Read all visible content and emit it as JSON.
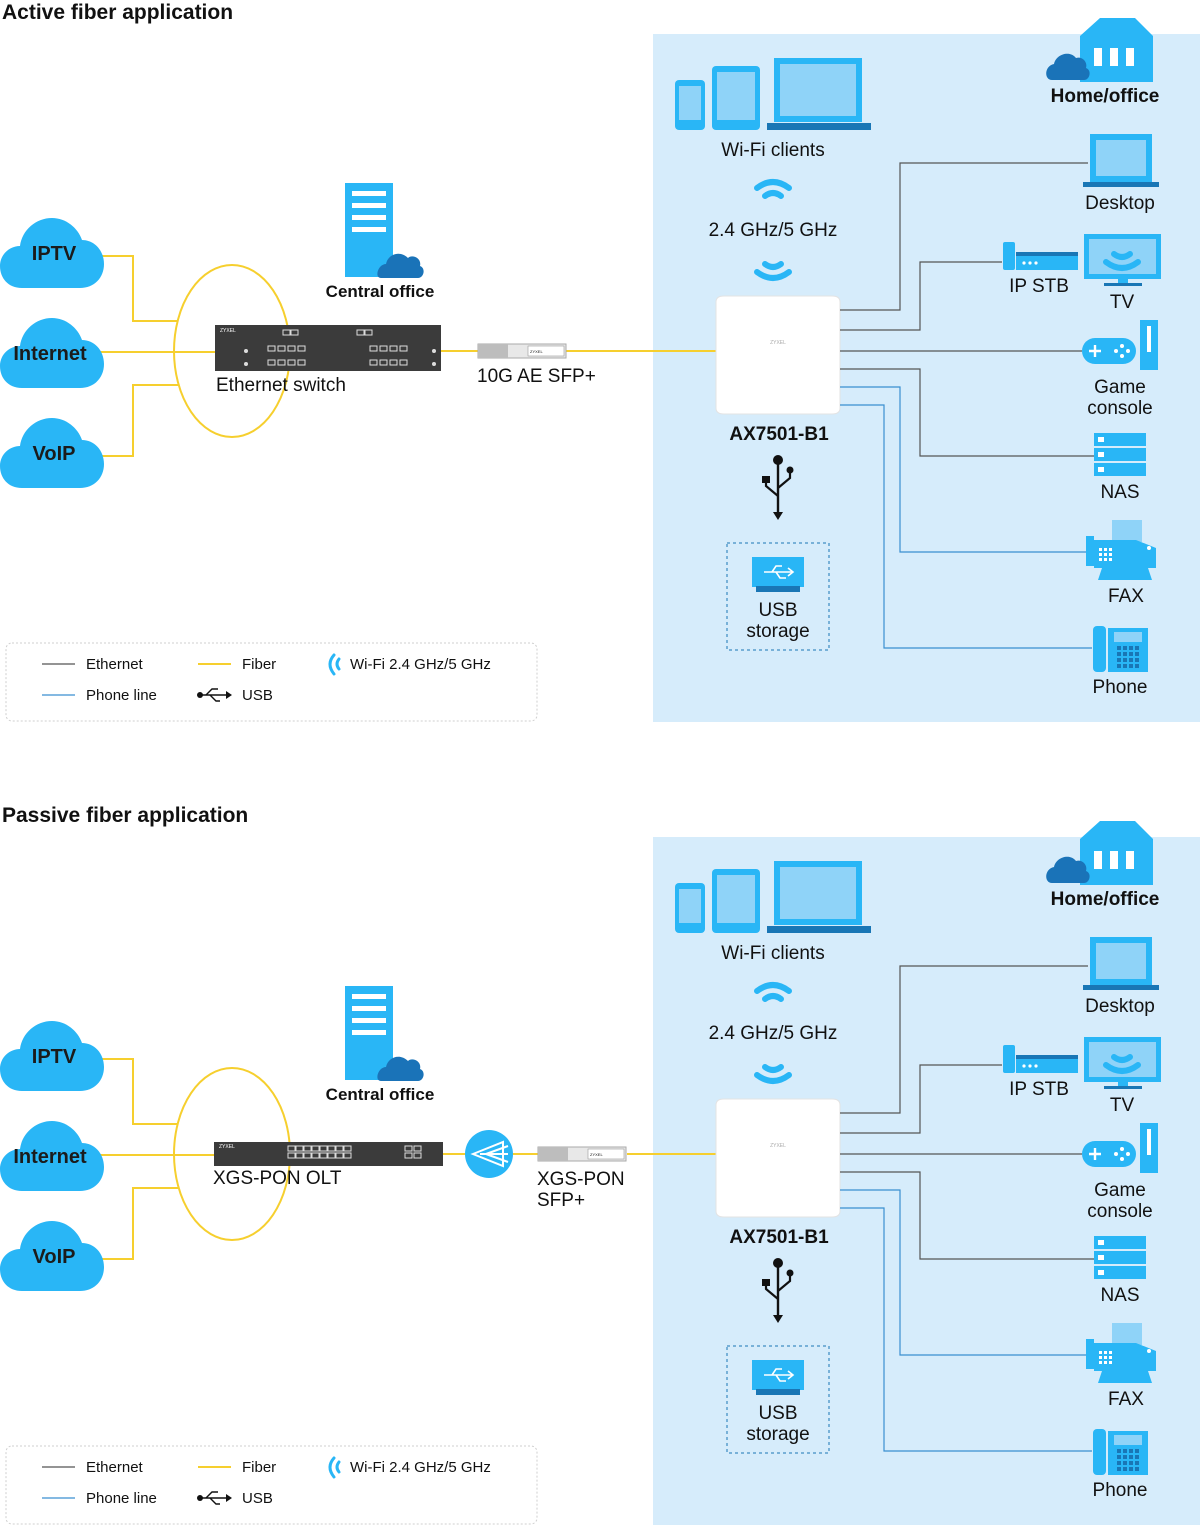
{
  "sections": [
    {
      "title": "Active fiber application",
      "clouds": [
        "IPTV",
        "Internet",
        "VoIP"
      ],
      "central_office": "Central office",
      "switch_label": "Ethernet switch",
      "sfp_label": "10G AE SFP+",
      "sfp_label_line2": "",
      "home_label": "Home/office",
      "wifi_clients": "Wi-Fi clients",
      "wifi_band": "2.4 GHz/5 GHz",
      "router": "AX7501-B1",
      "usb_storage_1": "USB",
      "usb_storage_2": "storage",
      "devices": {
        "desktop": "Desktop",
        "ip_stb": "IP STB",
        "tv": "TV",
        "game_1": "Game",
        "game_2": "console",
        "nas": "NAS",
        "fax": "FAX",
        "phone": "Phone"
      },
      "legend": {
        "ethernet": "Ethernet",
        "fiber": "Fiber",
        "wifi": "Wi-Fi 2.4 GHz/5 GHz",
        "phone_line": "Phone line",
        "usb": "USB"
      },
      "brand": "ZYXEL"
    },
    {
      "title": "Passive fiber application",
      "clouds": [
        "IPTV",
        "Internet",
        "VoIP"
      ],
      "central_office": "Central office",
      "switch_label": "XGS-PON OLT",
      "sfp_label": "XGS-PON",
      "sfp_label_line2": "SFP+",
      "home_label": "Home/office",
      "wifi_clients": "Wi-Fi clients",
      "wifi_band": "2.4 GHz/5 GHz",
      "router": "AX7501-B1",
      "usb_storage_1": "USB",
      "usb_storage_2": "storage",
      "devices": {
        "desktop": "Desktop",
        "ip_stb": "IP STB",
        "tv": "TV",
        "game_1": "Game",
        "game_2": "console",
        "nas": "NAS",
        "fax": "FAX",
        "phone": "Phone"
      },
      "legend": {
        "ethernet": "Ethernet",
        "fiber": "Fiber",
        "wifi": "Wi-Fi 2.4 GHz/5 GHz",
        "phone_line": "Phone line",
        "usb": "USB"
      },
      "brand": "ZYXEL"
    }
  ],
  "colors": {
    "fiber": "#f6cf2e",
    "ethernet": "#555555",
    "phone_line": "#3a8fd0",
    "accent": "#29b6f6",
    "panel": "#d6ecfb",
    "device_dark": "#3b3b3b"
  }
}
